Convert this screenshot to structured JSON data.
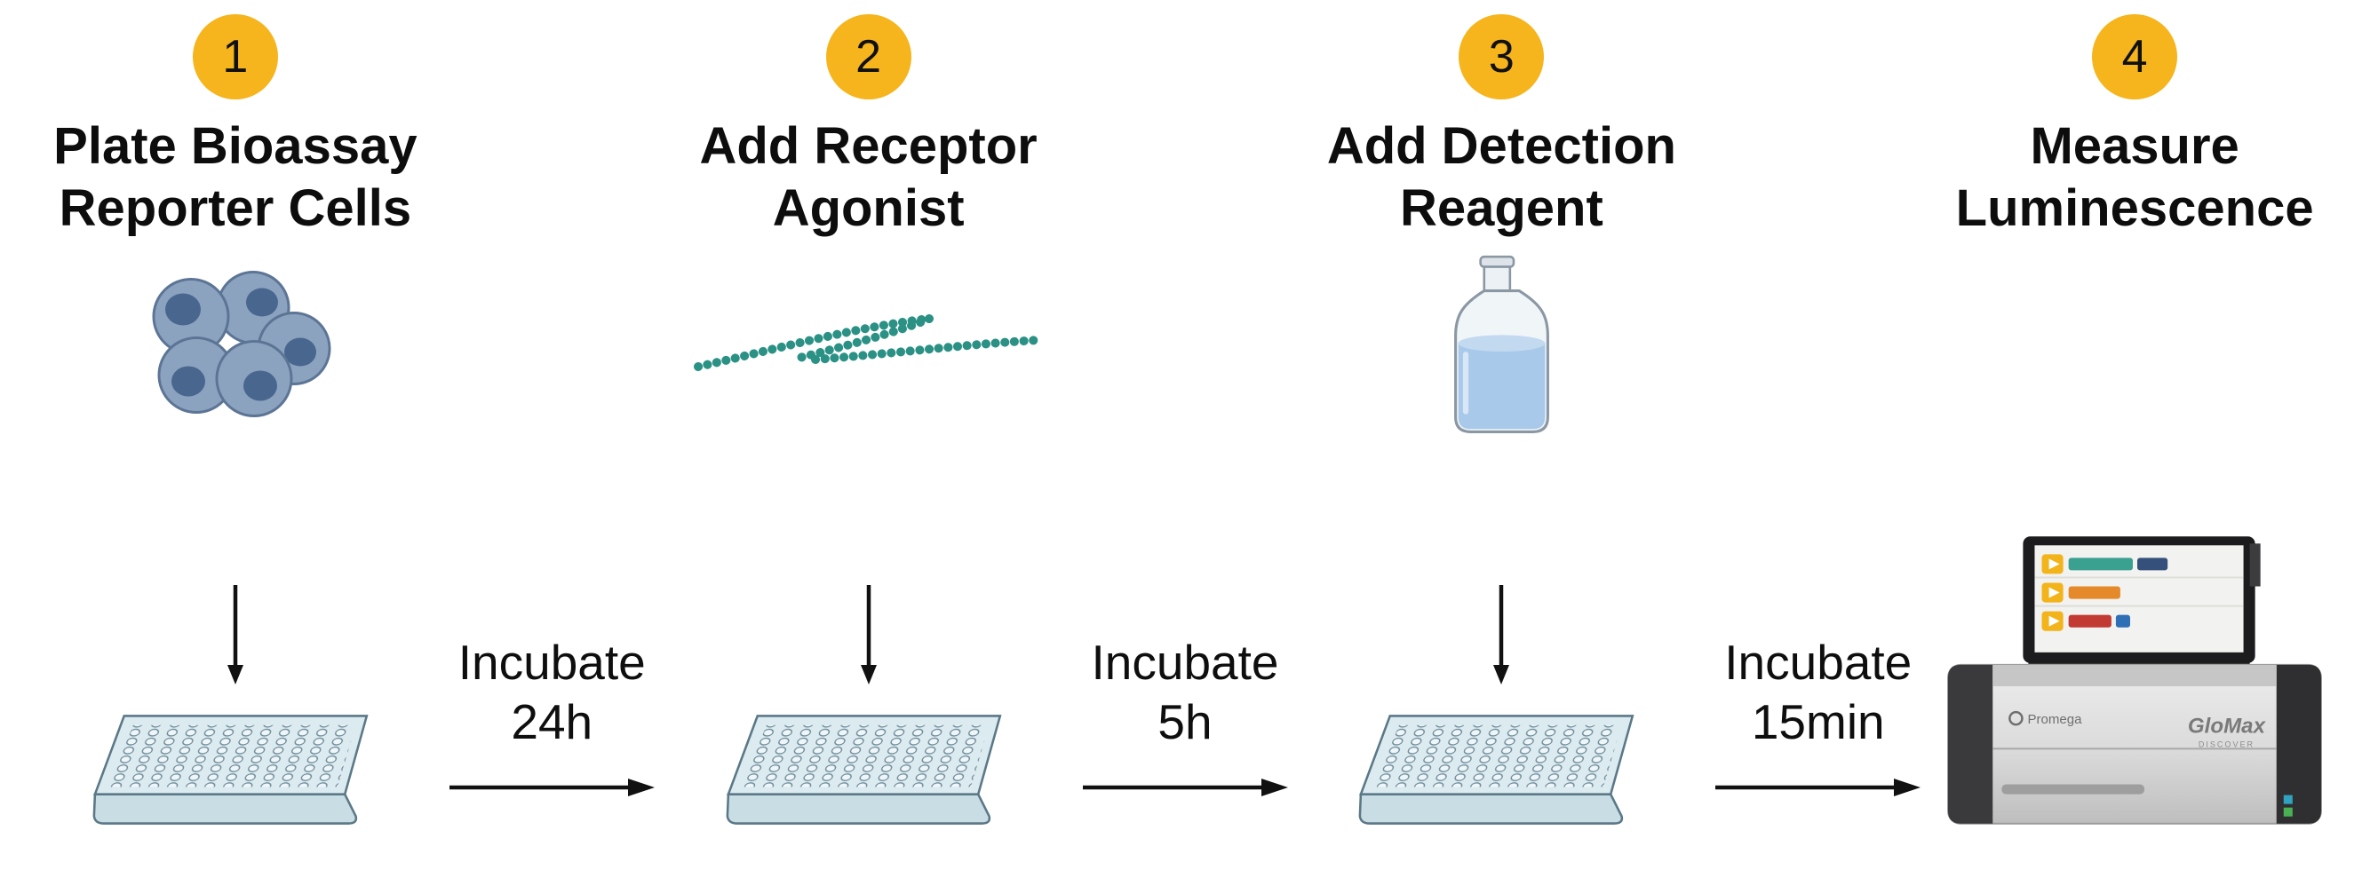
{
  "steps": [
    {
      "number": "1",
      "title_line1": "Plate Bioassay",
      "title_line2": "Reporter Cells",
      "icon": "cell-cluster-icon"
    },
    {
      "number": "2",
      "title_line1": "Add Receptor",
      "title_line2": "Agonist",
      "icon": "agonist-bead-chain-icon"
    },
    {
      "number": "3",
      "title_line1": "Add Detection",
      "title_line2": "Reagent",
      "icon": "reagent-bottle-icon"
    },
    {
      "number": "4",
      "title_line1": "Measure",
      "title_line2": "Luminescence",
      "icon": "luminometer-icon"
    }
  ],
  "transitions": [
    {
      "line1": "Incubate",
      "line2": "24h"
    },
    {
      "line1": "Incubate",
      "line2": "5h"
    },
    {
      "line1": "Incubate",
      "line2": "15min"
    }
  ],
  "device": {
    "brand": "Promega",
    "model": "GloMax",
    "sub": "DISCOVER"
  },
  "colors": {
    "badge": "#F6B41D",
    "text": "#0E0E0E",
    "cell_body": "#8CA3C0",
    "cell_nucleus": "#49668E",
    "bead": "#2B9185",
    "plate": "#DCEBF0",
    "liquid": "#A9C9EA",
    "arrow": "#111111"
  }
}
